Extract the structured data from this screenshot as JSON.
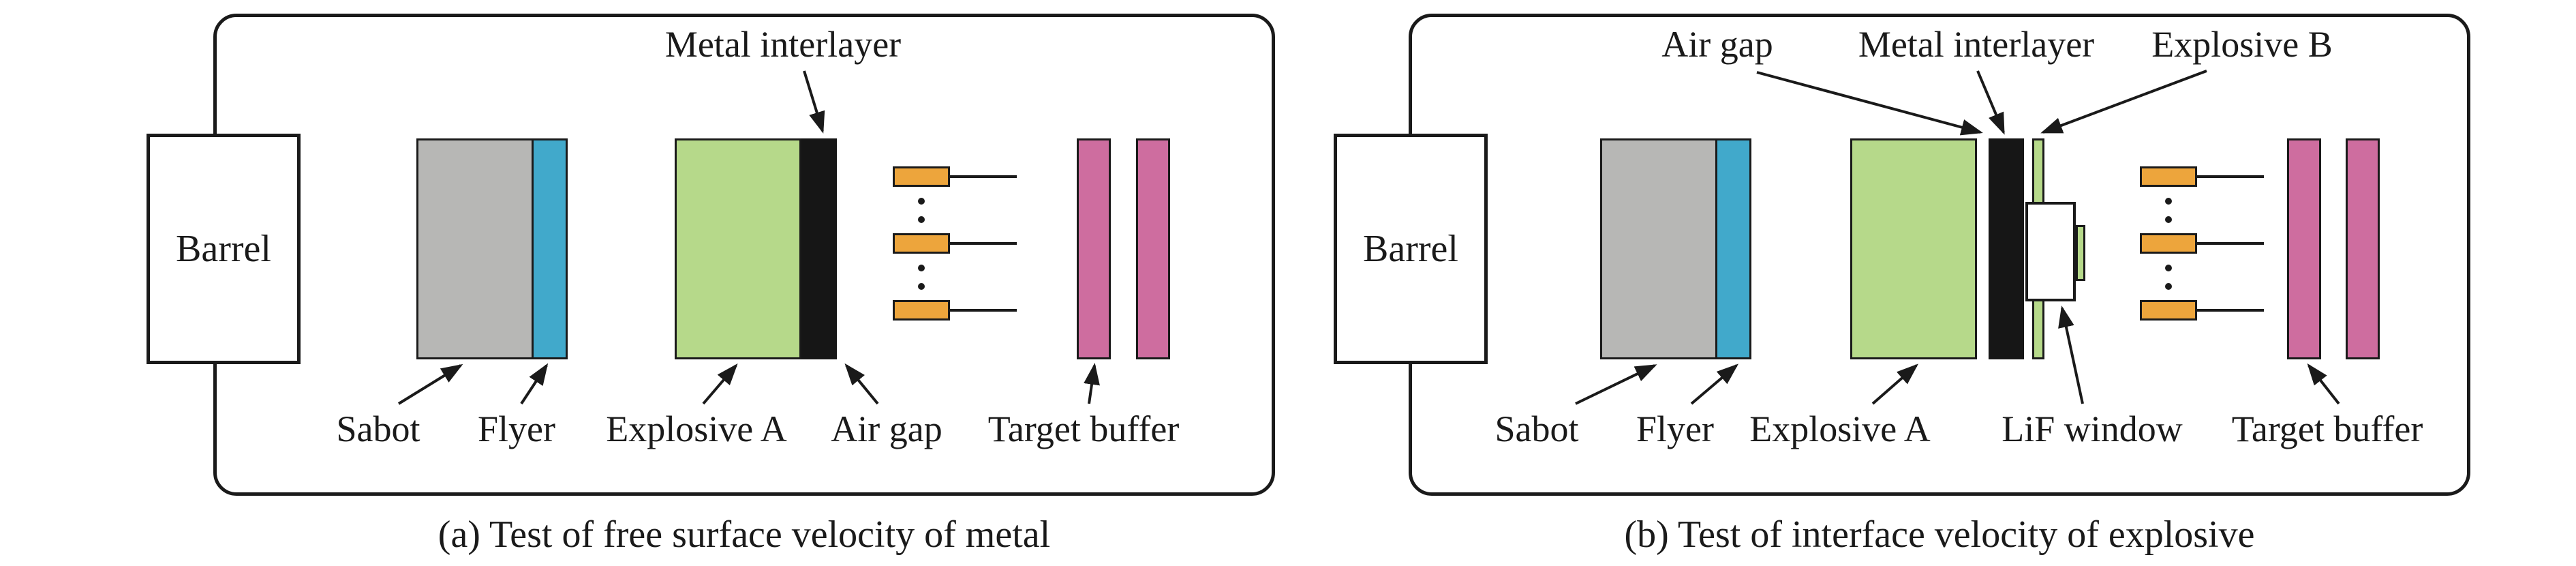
{
  "colors": {
    "background": "#ffffff",
    "outline": "#1a1a1a",
    "sabot": "#b7b7b5",
    "flyer": "#41a9cb",
    "explosive": "#b6d98a",
    "interlayer": "#161616",
    "probe": "#eda53c",
    "target": "#ce6d9f"
  },
  "panels": {
    "a": {
      "barrel": "Barrel",
      "labels": {
        "metal_interlayer": "Metal interlayer",
        "sabot": "Sabot",
        "flyer": "Flyer",
        "explosive_a": "Explosive A",
        "air_gap": "Air gap",
        "target_buffer": "Target buffer"
      },
      "caption": "(a) Test of free surface velocity of metal"
    },
    "b": {
      "barrel": "Barrel",
      "labels": {
        "air_gap": "Air gap",
        "metal_interlayer": "Metal interlayer",
        "explosive_b": "Explosive B",
        "sabot": "Sabot",
        "flyer": "Flyer",
        "explosive_a": "Explosive A",
        "lif_window": "LiF window",
        "target_buffer": "Target buffer"
      },
      "caption": "(b) Test of interface velocity of explosive"
    }
  }
}
